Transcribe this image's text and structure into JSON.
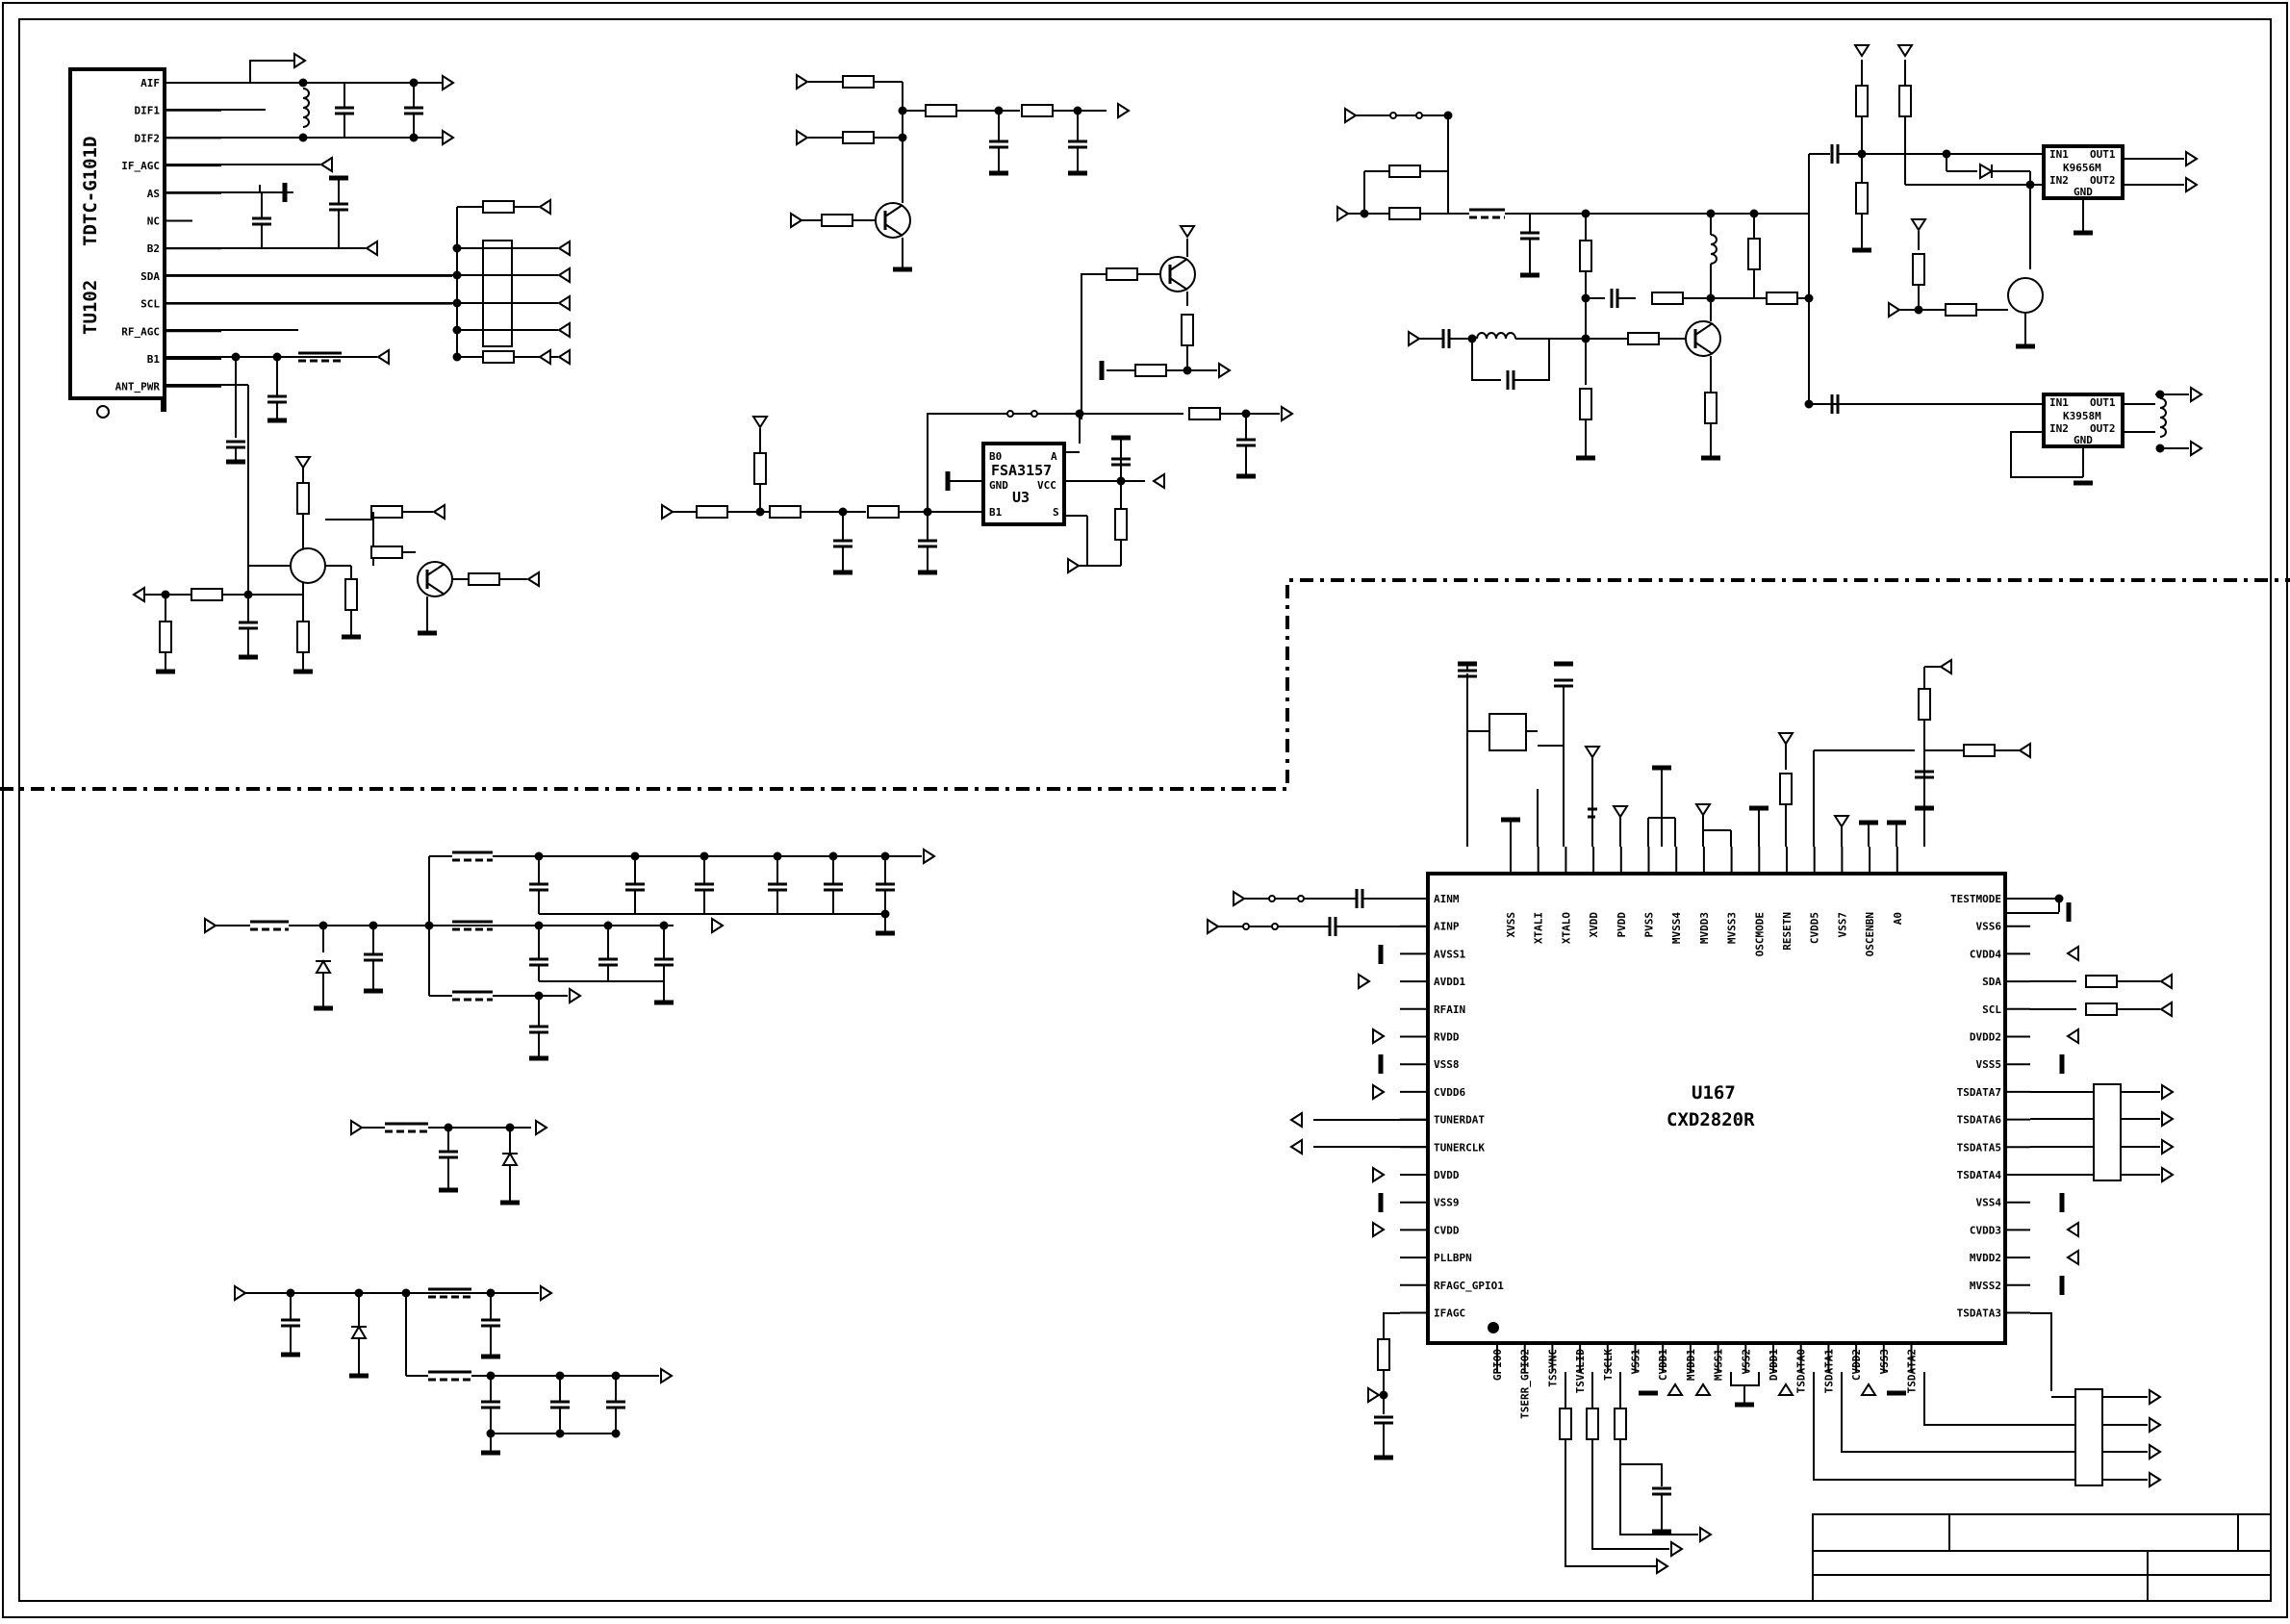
{
  "tuner": {
    "designator": "TU102",
    "part": "TDTC-G101D",
    "pins": [
      "AIF",
      "DIF1",
      "DIF2",
      "IF_AGC",
      "AS",
      "NC",
      "B2",
      "SDA",
      "SCL",
      "RF_AGC",
      "B1",
      "ANT_PWR"
    ]
  },
  "switch_u3": {
    "part": "FSA3157",
    "designator": "U3",
    "pins": {
      "b0": "B0",
      "a": "A",
      "gnd": "GND",
      "vcc": "VCC",
      "b1": "B1",
      "s": "S"
    }
  },
  "reg_a": {
    "part": "K9656M",
    "in1": "IN1",
    "in2": "IN2",
    "out1": "OUT1",
    "out2": "OUT2",
    "gnd": "GND"
  },
  "reg_b": {
    "part": "K3958M",
    "in1": "IN1",
    "in2": "IN2",
    "out1": "OUT1",
    "out2": "OUT2",
    "gnd": "GND"
  },
  "demod": {
    "designator": "U167",
    "part": "CXD2820R",
    "left_pins": [
      "AINM",
      "AINP",
      "AVSS1",
      "AVDD1",
      "RFAIN",
      "RVDD",
      "VSS8",
      "CVDD6",
      "TUNERDAT",
      "TUNERCLK",
      "DVDD",
      "VSS9",
      "CVDD",
      "PLLBPN",
      "RFAGC_GPIO1",
      "IFAGC"
    ],
    "right_pins": [
      "TESTMODE",
      "VSS6",
      "CVDD4",
      "SDA",
      "SCL",
      "DVDD2",
      "VSS5",
      "TSDATA7",
      "TSDATA6",
      "TSDATA5",
      "TSDATA4",
      "VSS4",
      "CVDD3",
      "MVDD2",
      "MVSS2",
      "TSDATA3"
    ],
    "top_pins": [
      "XVSS",
      "XTALI",
      "XTALO",
      "XVDD",
      "PVDD",
      "PVSS",
      "MVSS4",
      "MVDD3",
      "MVSS3",
      "OSCMODE",
      "RESETN",
      "CVDD5",
      "VSS7",
      "OSCENBN",
      "A0"
    ],
    "bottom_pins": [
      "GPIO0",
      "TSERR_GPIO2",
      "TSSYNC",
      "TSVALID",
      "TSCLK",
      "VSS1",
      "CVDD1",
      "MVDD1",
      "MVSS1",
      "VSS2",
      "DVDD1",
      "TSDATA0",
      "TSDATA1",
      "CVDD2",
      "VSS3",
      "TSDATA2"
    ]
  }
}
